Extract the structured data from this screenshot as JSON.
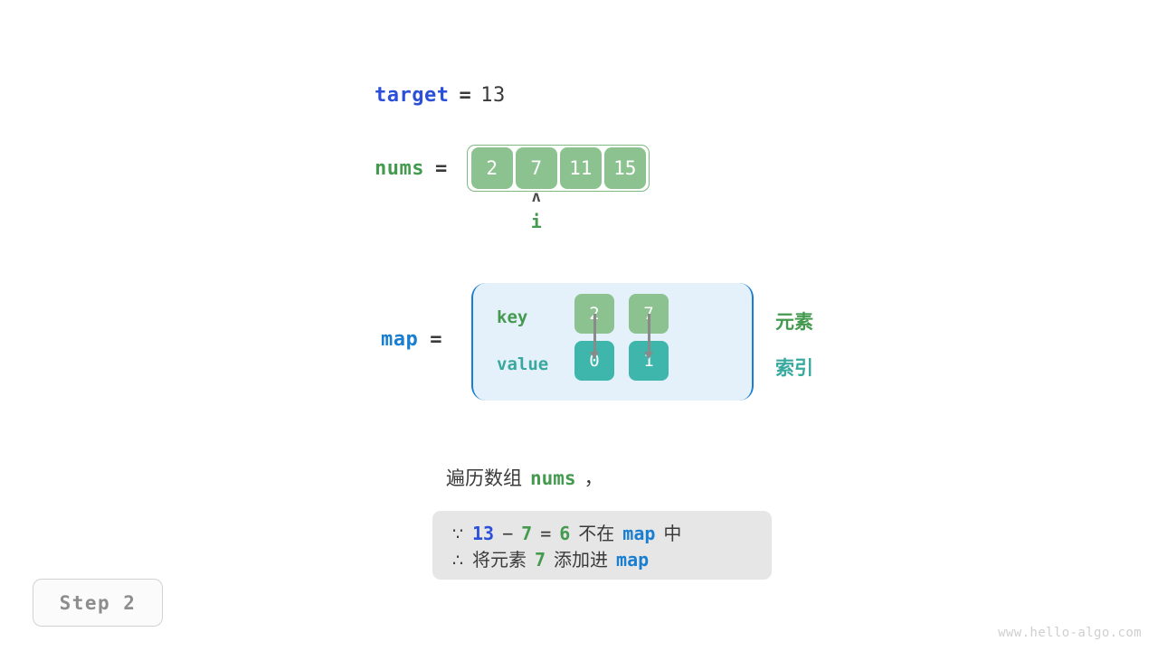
{
  "target": {
    "name": "target",
    "equals": "=",
    "value": "13"
  },
  "nums": {
    "name": "nums",
    "equals": "=",
    "cells": [
      "2",
      "7",
      "11",
      "15"
    ]
  },
  "pointer": {
    "caret": "ʌ",
    "label": "i",
    "index": 1
  },
  "map": {
    "name": "map",
    "equals": "=",
    "row_labels": {
      "key": "key",
      "value": "value"
    },
    "side_labels": {
      "element": "元素",
      "index": "索引"
    },
    "entries": [
      {
        "key": "2",
        "value": "0"
      },
      {
        "key": "7",
        "value": "1"
      }
    ]
  },
  "caption": {
    "title_prefix": "遍历数组",
    "title_var": "nums",
    "title_suffix": "，",
    "line1": {
      "symbol": "∵",
      "a": "13",
      "minus": "−",
      "b": "7",
      "eq": "=",
      "c": "6",
      "text1": "不在",
      "map": "map",
      "text2": "中"
    },
    "line2": {
      "symbol": "∴",
      "text1": "将元素",
      "num": "7",
      "text2": "添加进",
      "map": "map"
    }
  },
  "step_badge": {
    "label": "Step 2"
  },
  "watermark": {
    "text": "www.hello-algo.com"
  },
  "colors": {
    "target_blue": "#2b4fd9",
    "map_blue": "#1a7ed0",
    "nums_green": "#449a4e",
    "cell_green": "#8cc28f",
    "cell_teal": "#3fb6ab",
    "map_bg": "#e4f0fa",
    "caption_bg": "#e6e6e6",
    "arrow_gray": "#8a8a8a",
    "text_dark": "#3a3a3a",
    "step_gray": "#8d8d8d",
    "watermark_gray": "#cfcfcf"
  }
}
